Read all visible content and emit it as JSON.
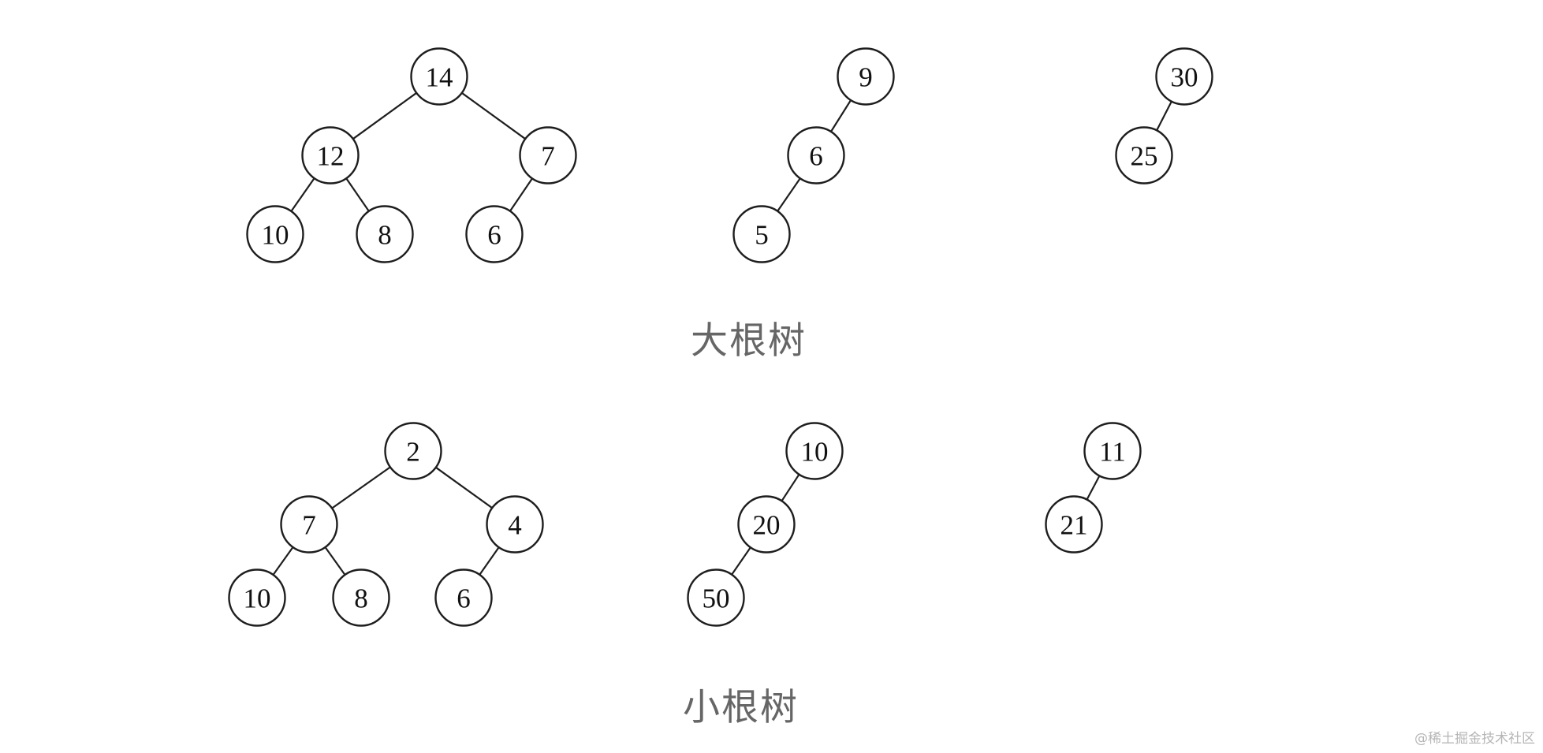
{
  "sections": [
    {
      "title": "大根树",
      "trees": [
        {
          "nodes": [
            "14",
            "12",
            "7",
            "10",
            "8",
            "6"
          ],
          "edges": [
            [
              0,
              1
            ],
            [
              0,
              2
            ],
            [
              1,
              3
            ],
            [
              1,
              4
            ],
            [
              2,
              5
            ]
          ]
        },
        {
          "nodes": [
            "9",
            "6",
            "5"
          ],
          "edges": [
            [
              0,
              1
            ],
            [
              1,
              2
            ]
          ]
        },
        {
          "nodes": [
            "30",
            "25"
          ],
          "edges": [
            [
              0,
              1
            ]
          ]
        }
      ]
    },
    {
      "title": "小根树",
      "trees": [
        {
          "nodes": [
            "2",
            "7",
            "4",
            "10",
            "8",
            "6"
          ],
          "edges": [
            [
              0,
              1
            ],
            [
              0,
              2
            ],
            [
              1,
              3
            ],
            [
              1,
              4
            ],
            [
              2,
              5
            ]
          ]
        },
        {
          "nodes": [
            "10",
            "20",
            "50"
          ],
          "edges": [
            [
              0,
              1
            ],
            [
              1,
              2
            ]
          ]
        },
        {
          "nodes": [
            "11",
            "21"
          ],
          "edges": [
            [
              0,
              1
            ]
          ]
        }
      ]
    }
  ],
  "watermark": "@稀土掘金技术社区"
}
